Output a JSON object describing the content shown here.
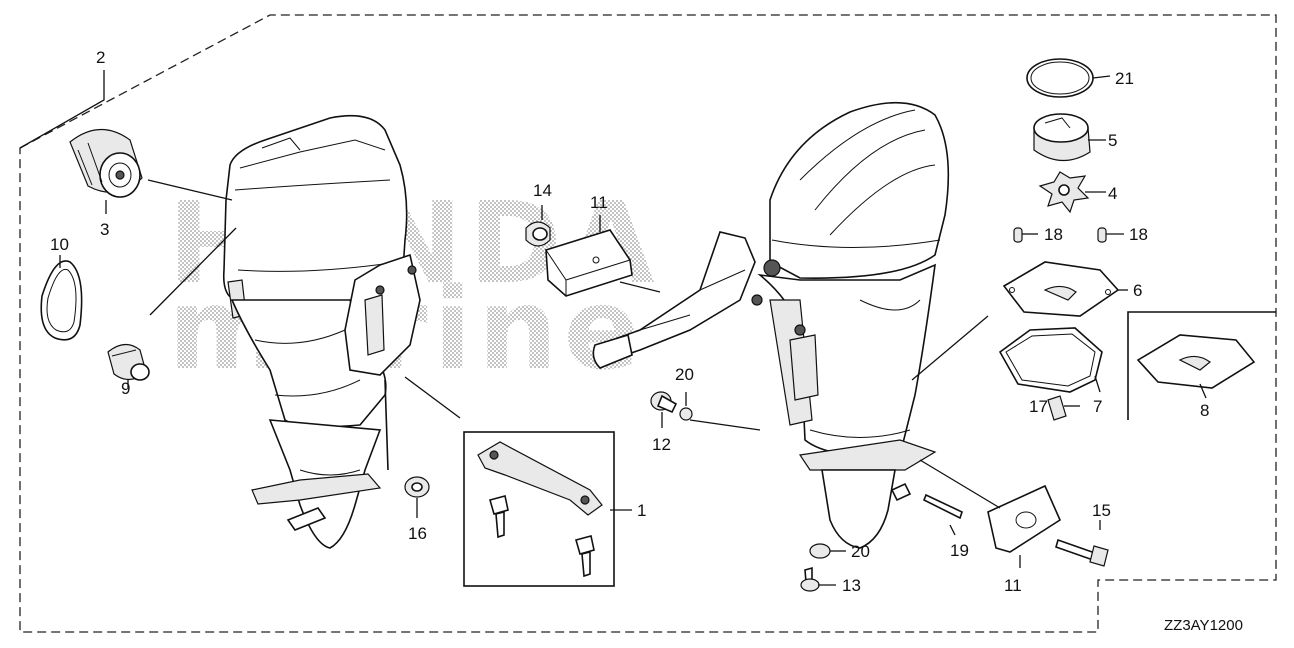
{
  "watermark": {
    "line1": "HONDA",
    "line2": "marine"
  },
  "diagram_code": "ZZ3AY1200",
  "callouts": {
    "c1": "1",
    "c2": "2",
    "c3": "3",
    "c4": "4",
    "c5": "5",
    "c6": "6",
    "c7": "7",
    "c8": "8",
    "c9": "9",
    "c10": "10",
    "c11a": "11",
    "c11b": "11",
    "c12": "12",
    "c13": "13",
    "c14": "14",
    "c15": "15",
    "c16": "16",
    "c17": "17",
    "c18a": "18",
    "c18b": "18",
    "c19": "19",
    "c20a": "20",
    "c20b": "20",
    "c21": "21"
  }
}
